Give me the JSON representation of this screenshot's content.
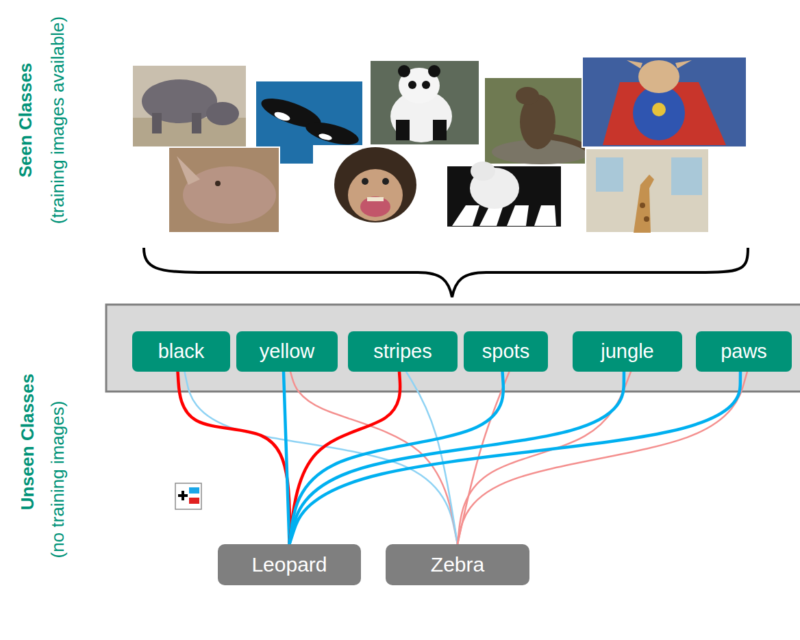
{
  "diagram": {
    "nodes": [
      {
        "text": [
          "black"
        ]
      },
      {
        "text": [
          "yellow"
        ]
      },
      {
        "text": [
          "stripes"
        ]
      },
      {
        "text": [
          "spots"
        ]
      },
      {
        "text": [
          "jungle"
        ]
      },
      {
        "text": [
          "paws"
        ]
      },
      {
        "text": [
          "Leopard"
        ]
      },
      {
        "text": [
          "Zebra"
        ]
      }
    ],
    "edges": [
      {
        "from": 0,
        "to": 6,
        "arrow": "none"
      },
      {
        "from": 1,
        "to": 6,
        "arrow": "none"
      },
      {
        "from": 2,
        "to": 6,
        "arrow": "none"
      },
      {
        "from": 3,
        "to": 6,
        "arrow": "none"
      },
      {
        "from": 4,
        "to": 6,
        "arrow": "none"
      },
      {
        "from": 5,
        "to": 6,
        "arrow": "none"
      },
      {
        "from": 0,
        "to": 7,
        "arrow": "none"
      },
      {
        "from": 1,
        "to": 7,
        "arrow": "none"
      },
      {
        "from": 2,
        "to": 7,
        "arrow": "none"
      },
      {
        "from": 3,
        "to": 7,
        "arrow": "none"
      },
      {
        "from": 4,
        "to": 7,
        "arrow": "none"
      },
      {
        "from": 5,
        "to": 7,
        "arrow": "none"
      }
    ],
    "labels": [
      "Seen Classes",
      "(training images available)",
      "Unseen Classes",
      "(no training images)"
    ]
  }
}
